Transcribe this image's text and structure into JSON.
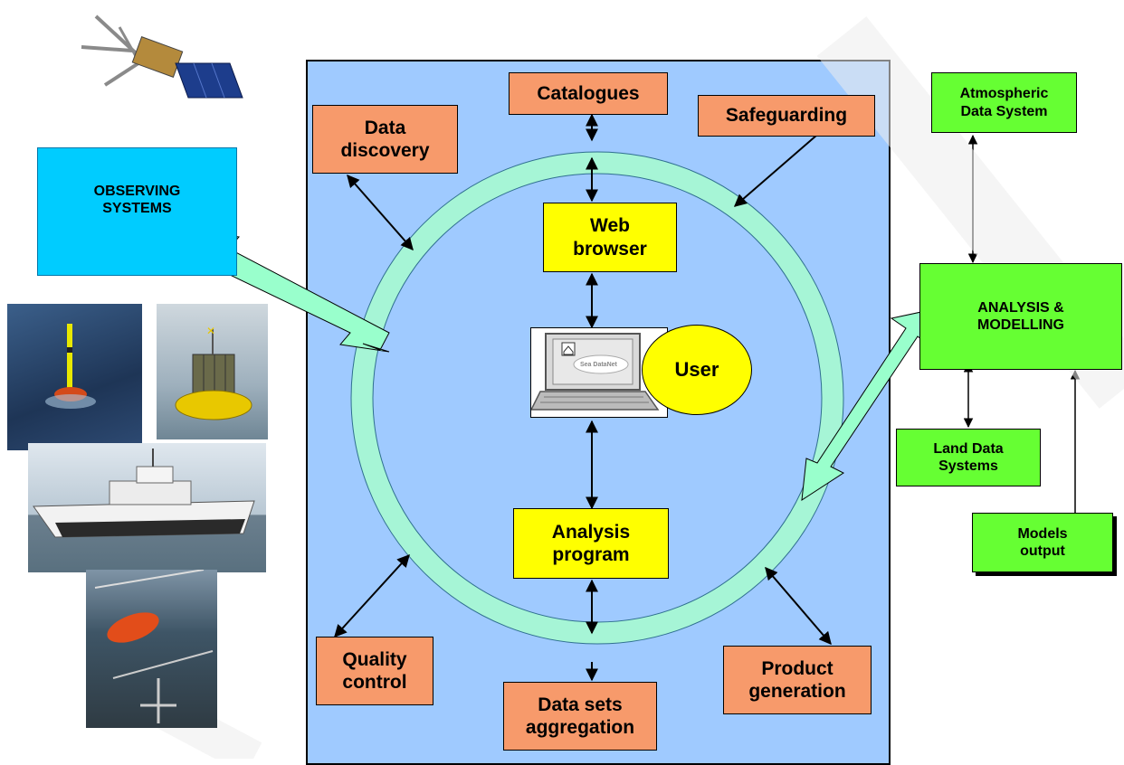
{
  "colors": {
    "central_panel": "#9fcaff",
    "orange_box": "#f79a6b",
    "yellow_box": "#ffff00",
    "green_box": "#66ff33",
    "observing_box": "#00ccff",
    "ring": "#a6f5d6",
    "arrow_fill": "#99ffcc"
  },
  "central": {
    "catalogues": "Catalogues",
    "safeguarding": "Safeguarding",
    "data_discovery": "Data\ndiscovery",
    "web_browser": "Web\nbrowser",
    "user": "User",
    "laptop_screen_text": "Sea DataNet",
    "analysis_program": "Analysis\nprogram",
    "quality_control": "Quality\ncontrol",
    "data_sets_aggregation": "Data sets\naggregation",
    "product_generation": "Product\ngeneration"
  },
  "left": {
    "observing_systems": "OBSERVING\nSYSTEMS",
    "photos": [
      "satellite-photo",
      "drifting-buoy-photo",
      "yellow-buoy-photo",
      "research-vessel-photo",
      "ship-deck-photo"
    ]
  },
  "right": {
    "atmospheric": "Atmospheric\nData System",
    "analysis_modelling": "ANALYSIS &\nMODELLING",
    "land_data": "Land Data\nSystems",
    "models_output": "Models\noutput"
  }
}
